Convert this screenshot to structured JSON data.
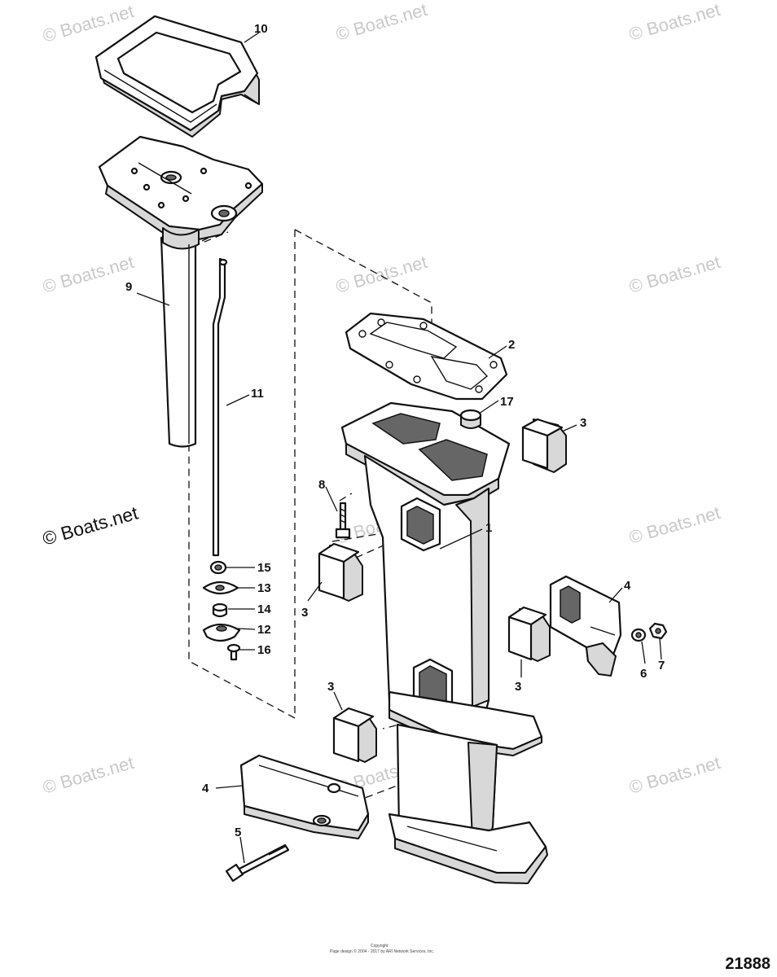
{
  "watermark": {
    "text": "© Boats.net"
  },
  "callouts": [
    "1",
    "2",
    "3",
    "3",
    "3",
    "3",
    "4",
    "4",
    "5",
    "6",
    "7",
    "8",
    "9",
    "10",
    "11",
    "12",
    "13",
    "14",
    "15",
    "16",
    "17"
  ],
  "figure_number": "21888",
  "copyright": {
    "line1": "Copyright",
    "line2": "Page design © 2004 - 2017 by ARI Network Services, Inc."
  }
}
